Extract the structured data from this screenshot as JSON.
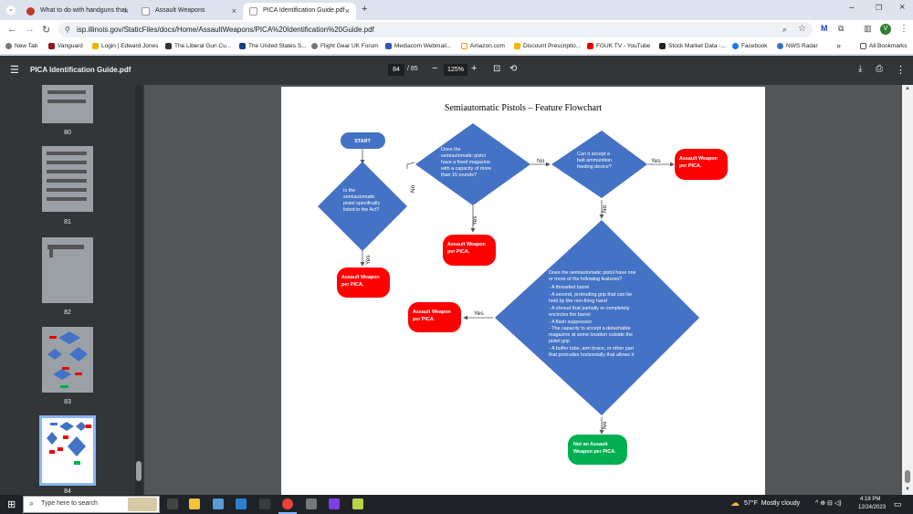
{
  "browser": {
    "tabs": [
      {
        "label": "What to do with handguns that"
      },
      {
        "label": "Assault Weapons"
      },
      {
        "label": "PICA Identification Guide.pdf"
      }
    ],
    "new_tab_symbol": "+",
    "url": "isp.illinois.gov/StaticFiles/docs/Home/AssaultWeapons/PICA%20Identification%20Guide.pdf",
    "profile_initial": "V",
    "bookmarks": [
      "New Tab",
      "Vanguard",
      "Login | Edward Jones",
      "The Liberal Gun Cu...",
      "The United States S...",
      "Flight Gear UK Forum",
      "Mediacom Webmail...",
      "Amazon.com",
      "Discount Prescriptio...",
      "FGUK TV - YouTube",
      "Stock Market Data -...",
      "Facebook",
      "NWS Radar"
    ],
    "bookmarks_overflow": "»",
    "all_bookmarks": "All Bookmarks"
  },
  "pdf": {
    "title": "PICA Identification Guide.pdf",
    "page_current": "84",
    "page_total": "/ 85",
    "zoom": "125%",
    "thumbnails": [
      {
        "number": "80"
      },
      {
        "number": "81"
      },
      {
        "number": "82"
      },
      {
        "number": "83"
      },
      {
        "number": "84"
      }
    ]
  },
  "flowchart": {
    "title": "Semiautomatic Pistols – Feature Flowchart",
    "start": "START",
    "q1": [
      "Is the",
      "semiautomatic",
      "pistol specifically",
      "listed in the Act?"
    ],
    "q2": [
      "Does the",
      "semiautomatic pistol",
      "have a fixed magazine",
      "with a capacity of more",
      "than 15 rounds?"
    ],
    "q3": [
      "Can it accept a",
      "belt ammunition",
      "feeding device?"
    ],
    "q4": [
      "Does the semiautomatic pistol have one",
      "or more of the following features?",
      "- A threaded barrel",
      "- A second, protruding grip that can be",
      "held by the non-firing hand",
      "- A shroud that partially or completely",
      "encircles the barrel",
      "- A flash suppressor",
      "- The capacity to accept a detachable",
      "magazine at some location outside the",
      "pistol grip",
      "- A buffer tube, arm brace, or other part",
      "that protrudes horizontally that allows it"
    ],
    "aw_line1": "Assault Weapon",
    "aw_line2": "per PICA.",
    "not_aw_line1": "Not an Assault",
    "not_aw_line2": "Weapon per PICA.",
    "yes": "Yes",
    "no": "No",
    "colors": {
      "blue": "#4472c4",
      "red": "#ff0000",
      "green": "#00b050"
    }
  },
  "taskbar": {
    "search_placeholder": "Type here to search",
    "weather": "57°F  Mostly cloudy",
    "time": "4:18 PM",
    "date": "12/24/2023"
  }
}
